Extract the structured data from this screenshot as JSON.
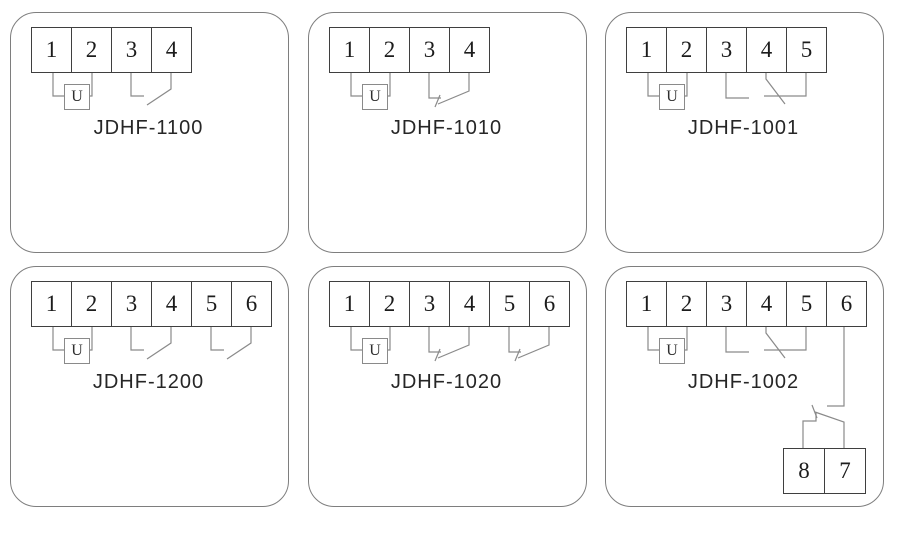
{
  "panels": [
    {
      "label": "JDHF-1100",
      "coil": "U",
      "terminals": [
        "1",
        "2",
        "3",
        "4"
      ]
    },
    {
      "label": "JDHF-1010",
      "coil": "U",
      "terminals": [
        "1",
        "2",
        "3",
        "4"
      ]
    },
    {
      "label": "JDHF-1001",
      "coil": "U",
      "terminals": [
        "1",
        "2",
        "3",
        "4",
        "5"
      ]
    },
    {
      "label": "JDHF-1200",
      "coil": "U",
      "terminals": [
        "1",
        "2",
        "3",
        "4",
        "5",
        "6"
      ]
    },
    {
      "label": "JDHF-1020",
      "coil": "U",
      "terminals": [
        "1",
        "2",
        "3",
        "4",
        "5",
        "6"
      ]
    },
    {
      "label": "JDHF-1002",
      "coil": "U",
      "terminals": [
        "1",
        "2",
        "3",
        "4",
        "5",
        "6"
      ],
      "aux_terminals": [
        "8",
        "7"
      ]
    }
  ]
}
